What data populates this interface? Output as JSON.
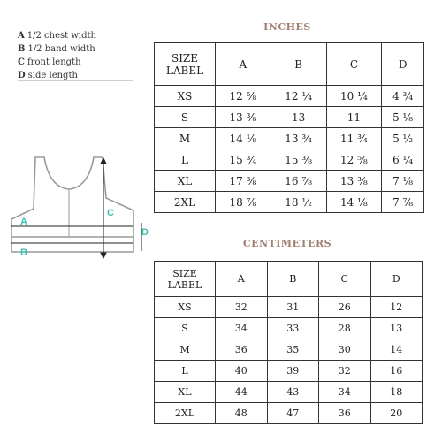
{
  "legend": [
    {
      "key": "A",
      "label": "1/2 chest width"
    },
    {
      "key": "B",
      "label": "1/2 band width"
    },
    {
      "key": "C",
      "label": "front length"
    },
    {
      "key": "D",
      "label": "side length"
    }
  ],
  "inches": {
    "title": "INCHES",
    "header": [
      "SIZE LABEL",
      "A",
      "B",
      "C",
      "D"
    ],
    "rows": [
      [
        "XS",
        "12 ⅝",
        "12 ¼",
        "10 ¼",
        "4 ¾"
      ],
      [
        "S",
        "13 ⅜",
        "13",
        "11",
        "5 ⅛"
      ],
      [
        "M",
        "14 ⅛",
        "13 ¾",
        "11 ¾",
        "5 ½"
      ],
      [
        "L",
        "15 ¾",
        "15 ⅜",
        "12 ⅝",
        "6 ¼"
      ],
      [
        "XL",
        "17 ⅜",
        "16 ⅞",
        "13 ⅜",
        "7 ⅛"
      ],
      [
        "2XL",
        "18 ⅞",
        "18 ½",
        "14 ⅛",
        "7 ⅞"
      ]
    ]
  },
  "centimeters": {
    "title": "CENTIMETERS",
    "header": [
      "SIZE LABEL",
      "A",
      "B",
      "C",
      "D"
    ],
    "rows": [
      [
        "XS",
        "32",
        "31",
        "26",
        "12"
      ],
      [
        "S",
        "34",
        "33",
        "28",
        "13"
      ],
      [
        "M",
        "36",
        "35",
        "30",
        "14"
      ],
      [
        "L",
        "40",
        "39",
        "32",
        "16"
      ],
      [
        "XL",
        "44",
        "43",
        "34",
        "18"
      ],
      [
        "2XL",
        "48",
        "47",
        "36",
        "20"
      ]
    ]
  },
  "diagram": {
    "labels": {
      "a": "A",
      "b": "B",
      "c": "C",
      "d": "D"
    },
    "accent_color": "#3fbfb4",
    "outline_color": "#9a9a9a",
    "icon": "sports-bra-outline-icon"
  }
}
